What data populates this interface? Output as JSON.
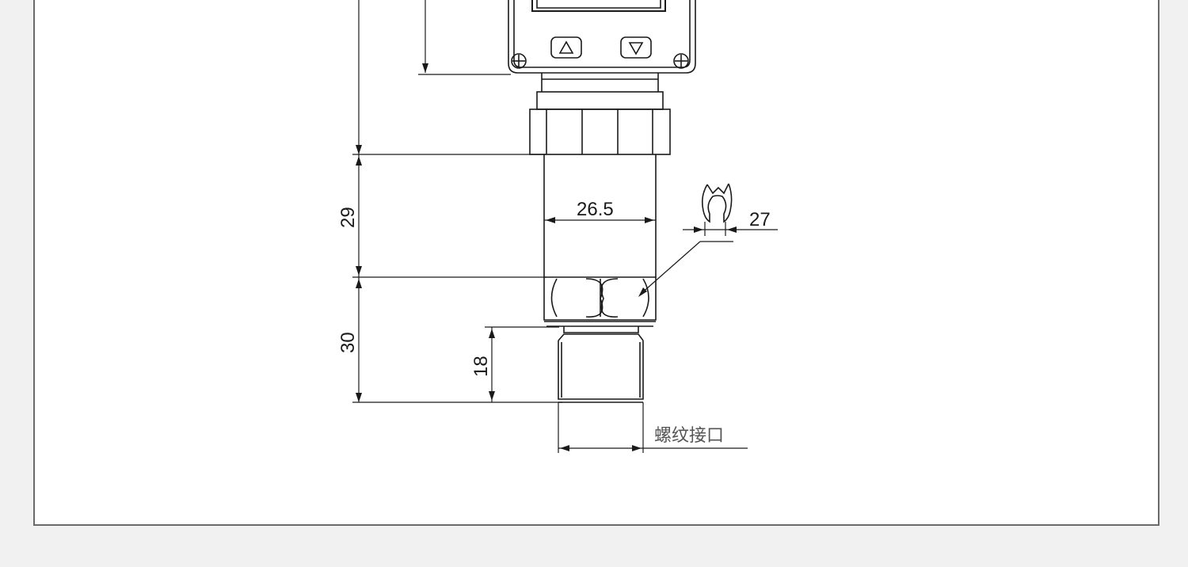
{
  "drawing": {
    "dimensions": {
      "body_width": "26.5",
      "wrench_size": "27",
      "body_height": "29",
      "fitting_height": "30",
      "thread_length": "18"
    },
    "thread_label": "螺纹接口",
    "buttons": {
      "up": "up-arrow",
      "down": "down-arrow"
    }
  }
}
